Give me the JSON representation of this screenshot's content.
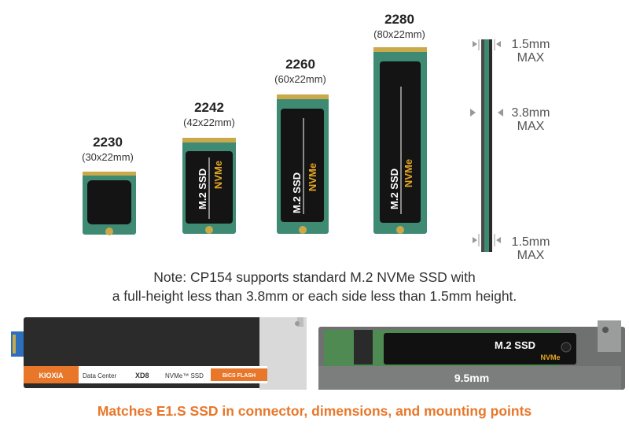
{
  "colors": {
    "pcb": "#3f8a73",
    "pcb_dark": "#2e6e5c",
    "gold": "#c9a94a",
    "chip": "#141414",
    "accent_orange": "#e8772a",
    "caption_orange": "#e8772a",
    "label_gold": "#e3a623",
    "enclosure_gray": "#6f7170"
  },
  "ssd_sizes": [
    {
      "name": "2230",
      "dims": "(30x22mm)"
    },
    {
      "name": "2242",
      "dims": "(42x22mm)",
      "label_main": "M.2 SSD",
      "label_sub": "NVMe"
    },
    {
      "name": "2260",
      "dims": "(60x22mm)",
      "label_main": "M.2 SSD",
      "label_sub": "NVMe"
    },
    {
      "name": "2280",
      "dims": "(80x22mm)",
      "label_main": "M.2 SSD",
      "label_sub": "NVMe"
    }
  ],
  "thickness": {
    "top": {
      "value": "1.5mm",
      "unit": "MAX"
    },
    "middle": {
      "value": "3.8mm",
      "unit": "MAX"
    },
    "bottom": {
      "value": "1.5mm",
      "unit": "MAX"
    }
  },
  "note": {
    "line1": "Note: CP154 supports standard M.2 NVMe SSD with",
    "line2": "a full-height less than 3.8mm or each side less than 1.5mm height."
  },
  "e1s_drive": {
    "brand": "KIOXIA",
    "category": "Data Center",
    "model": "XD8",
    "interface": "NVMe™ SSD",
    "flash": "BiCS FLASH"
  },
  "enclosure": {
    "label_main": "M.2 SSD",
    "label_sub": "NVMe",
    "thickness": "9.5mm"
  },
  "caption": "Matches E1.S SSD in connector, dimensions, and mounting points"
}
